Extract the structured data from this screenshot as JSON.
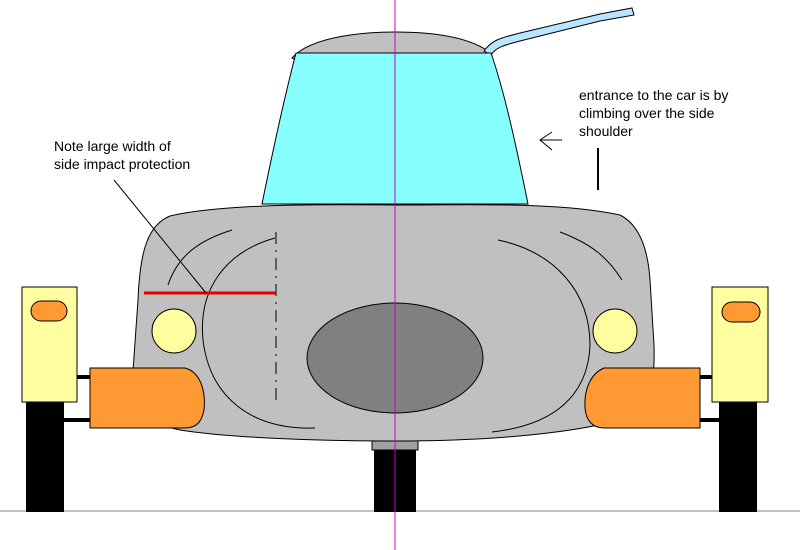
{
  "annotations": {
    "side_impact": {
      "lines": [
        "Note large width of",
        "side impact protection"
      ]
    },
    "entrance": {
      "lines": [
        "entrance to the car is by",
        "climbing over the side",
        "shoulder"
      ]
    }
  },
  "colors": {
    "background": "#ffffff",
    "body": "#c0c0c0",
    "windshield": "#87ffff",
    "indicator": "#ff9933",
    "headlight": "#ffffa0",
    "side_panel": "#ffffa0",
    "panel_light": "#ff9933",
    "tire": "#000000",
    "grille": "#808080",
    "centerline": "#cc00cc",
    "width_marker": "#e00000",
    "mirror_arm": "#b8e6ff"
  }
}
